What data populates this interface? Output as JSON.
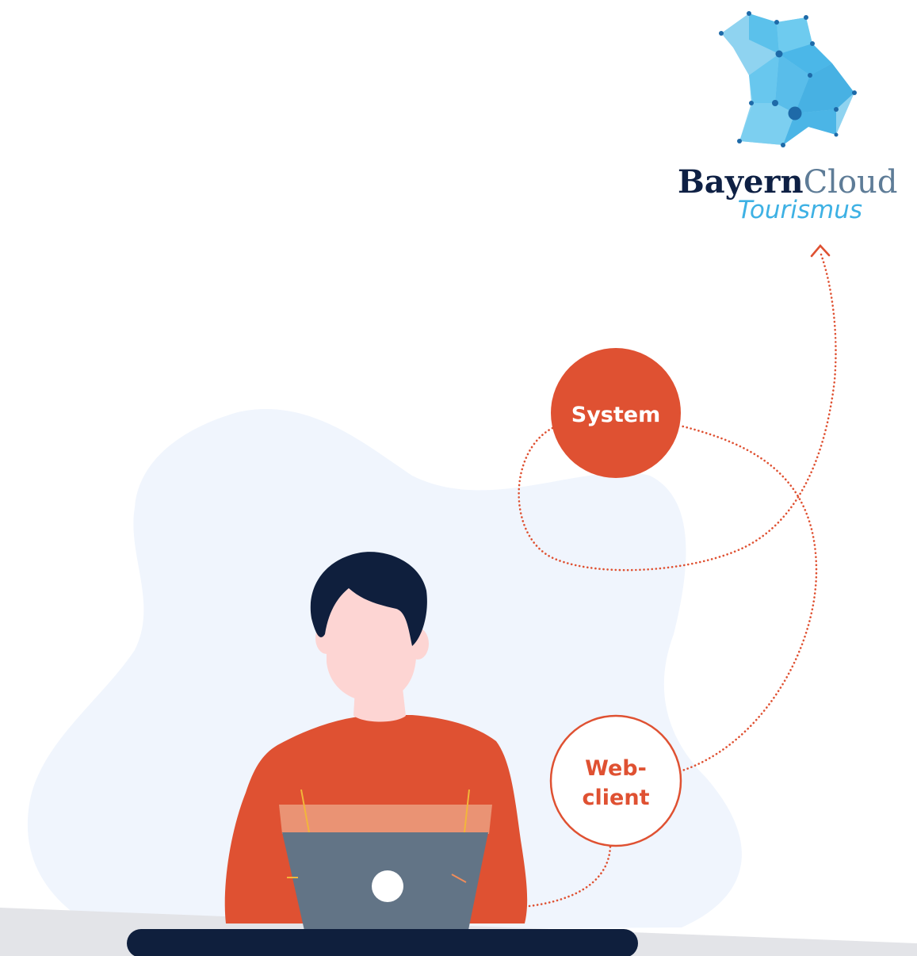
{
  "brand": {
    "name_part1": "Bayern",
    "name_part2": "Cloud",
    "subtitle": "Tourismus",
    "colors": {
      "name_part1": "#0e2044",
      "name_part2": "#5e7c97",
      "subtitle": "#3eb1e4",
      "map_light": "#8fd3f0",
      "map_mid": "#55bfea",
      "map_node": "#1e6aa8"
    }
  },
  "nodes": {
    "system": {
      "label": "System",
      "fill": "#df5132",
      "text_color": "#ffffff"
    },
    "webclient": {
      "line1": "Web-",
      "line2": "client",
      "fill": "#ffffff",
      "stroke": "#df5132",
      "text_color": "#df5132"
    }
  },
  "colors": {
    "connector": "#df5132",
    "blob": "#f0f5fd",
    "shirt": "#df5132",
    "hair": "#0f1f3d",
    "skin": "#fdd5d3",
    "laptop": "#627486",
    "laptop_screen_top": "#ea9374",
    "desk": "#0f1f3d",
    "floor": "#e3e4e8"
  }
}
